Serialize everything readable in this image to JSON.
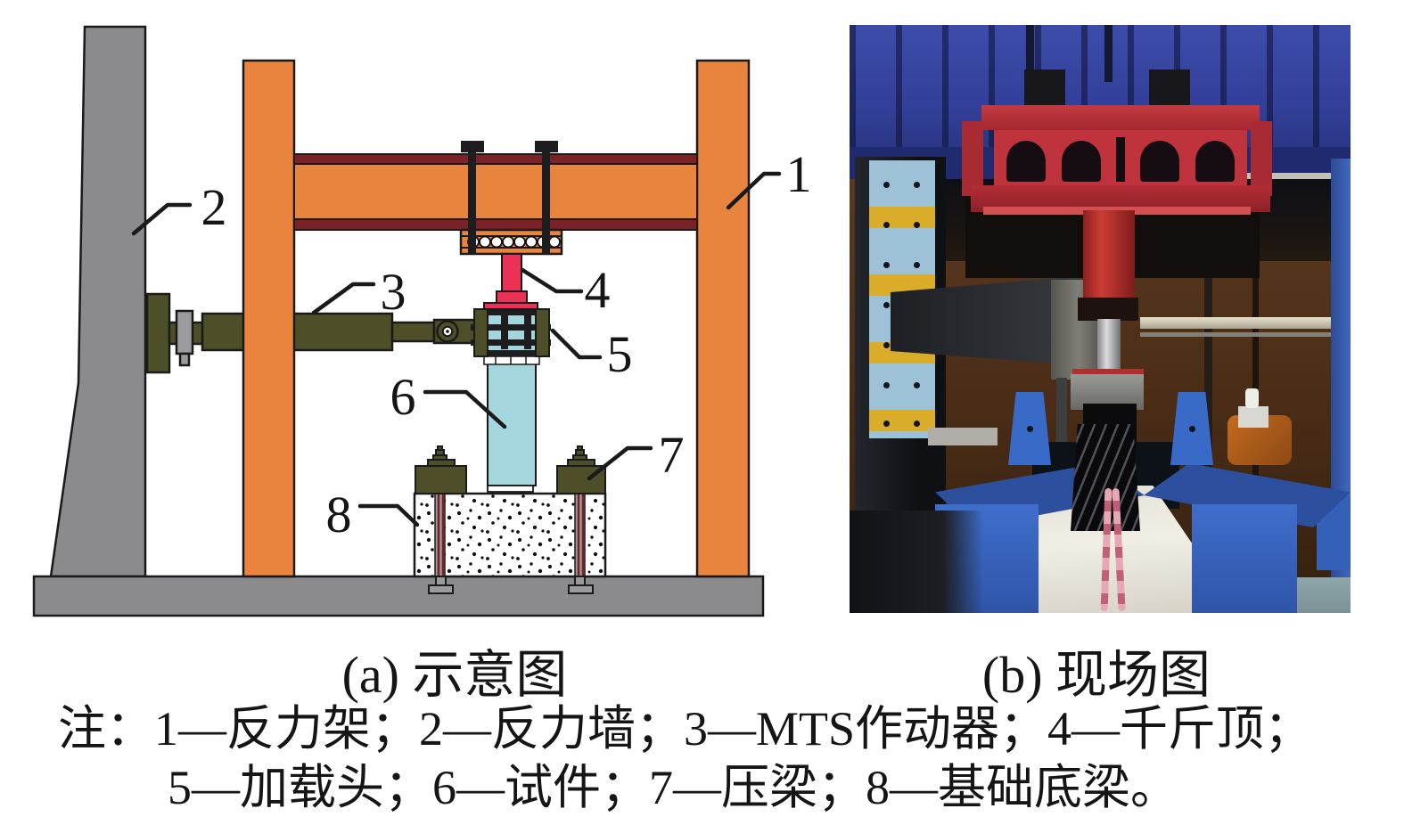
{
  "figure": {
    "panels": {
      "a": {
        "caption": "(a) 示意图",
        "labels": [
          "1",
          "2",
          "3",
          "4",
          "5",
          "6",
          "7",
          "8"
        ]
      },
      "b": {
        "caption": "(b) 现场图"
      }
    },
    "note": {
      "line1": "注：1—反力架；2—反力墙；3—MTS作动器；4—千斤顶；",
      "line2": "5—加载头；6—试件；7—压梁；8—基础底梁。"
    },
    "legend": [
      {
        "num": "1",
        "term": "反力架"
      },
      {
        "num": "2",
        "term": "反力墙"
      },
      {
        "num": "3",
        "term": "MTS作动器"
      },
      {
        "num": "4",
        "term": "千斤顶"
      },
      {
        "num": "5",
        "term": "加载头"
      },
      {
        "num": "6",
        "term": "试件"
      },
      {
        "num": "7",
        "term": "压梁"
      },
      {
        "num": "8",
        "term": "基础底梁"
      }
    ],
    "colors": {
      "frame_orange": "#e8843e",
      "flange_dark_red": "#7c2226",
      "actuator_olive": "#4e4e28",
      "jack_crimson": "#ea3156",
      "specimen_light_blue": "#a6d6dd",
      "wall_gray": "#8b8b8d",
      "outline_black": "#1a1a1a",
      "photo_crosshead_blue": "#36449e",
      "photo_fixture_red": "#bf343c",
      "photo_beam_blue": "#3a67c6",
      "photo_rust": "#5c3a20",
      "photo_foundation": "#e9e6db"
    }
  }
}
